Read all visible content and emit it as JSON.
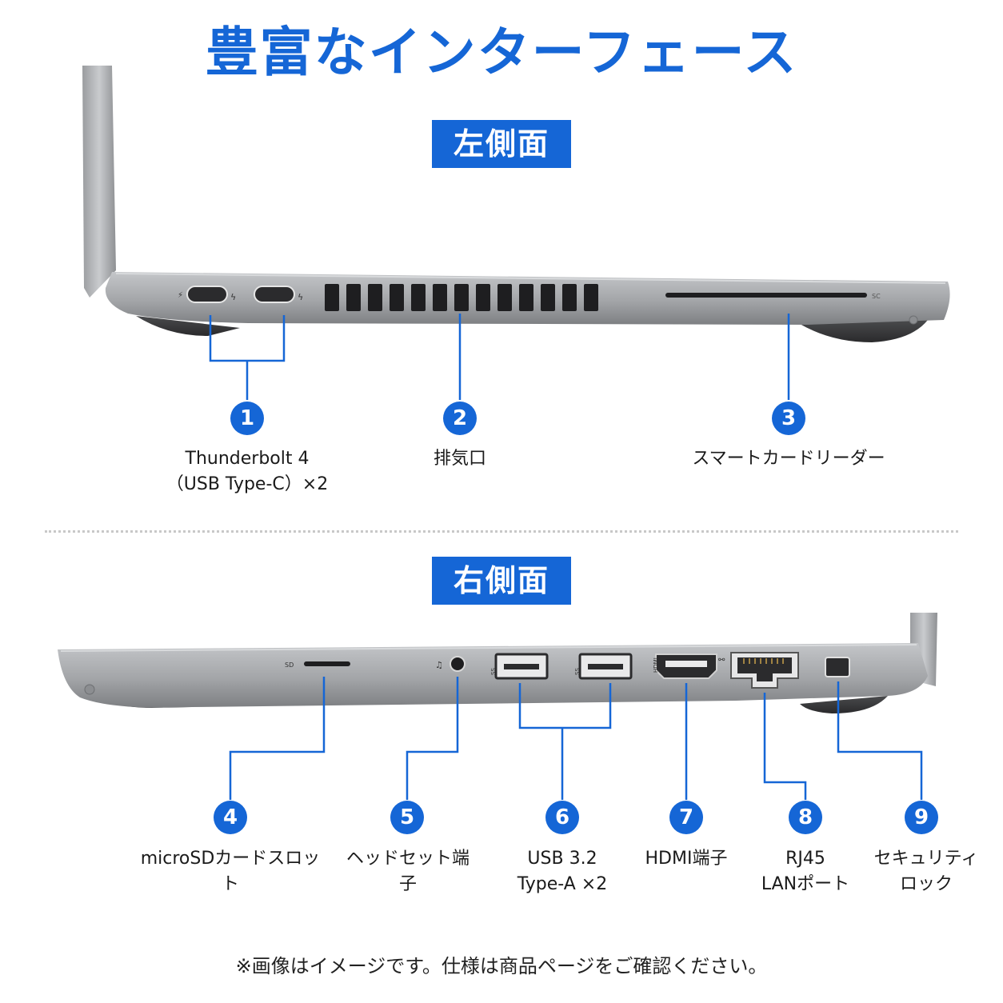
{
  "title": "豊富なインターフェース",
  "sections": {
    "left": {
      "heading": "左側面"
    },
    "right": {
      "heading": "右側面"
    }
  },
  "ports": [
    {
      "number": "1",
      "label": "Thunderbolt 4\n（USB Type-C）×2"
    },
    {
      "number": "2",
      "label": "排気口"
    },
    {
      "number": "3",
      "label": "スマートカードリーダー"
    },
    {
      "number": "4",
      "label": "microSDカードスロット"
    },
    {
      "number": "5",
      "label": "ヘッドセット端子"
    },
    {
      "number": "6",
      "label": "USB 3.2\nType-A ×2"
    },
    {
      "number": "7",
      "label": "HDMI端子"
    },
    {
      "number": "8",
      "label": "RJ45\nLANポート"
    },
    {
      "number": "9",
      "label": "セキュリティ\nロック"
    }
  ],
  "device_markings": {
    "smartcard": "SC",
    "sd": "SD",
    "hdmi": "HDMI",
    "ss1": "SS",
    "ss2": "SS"
  },
  "footnote": "※画像はイメージです。仕様は商品ページをご確認ください。",
  "colors": {
    "accent": "#1566d6",
    "chassis": "#a9abae",
    "line": "#1566d6"
  }
}
